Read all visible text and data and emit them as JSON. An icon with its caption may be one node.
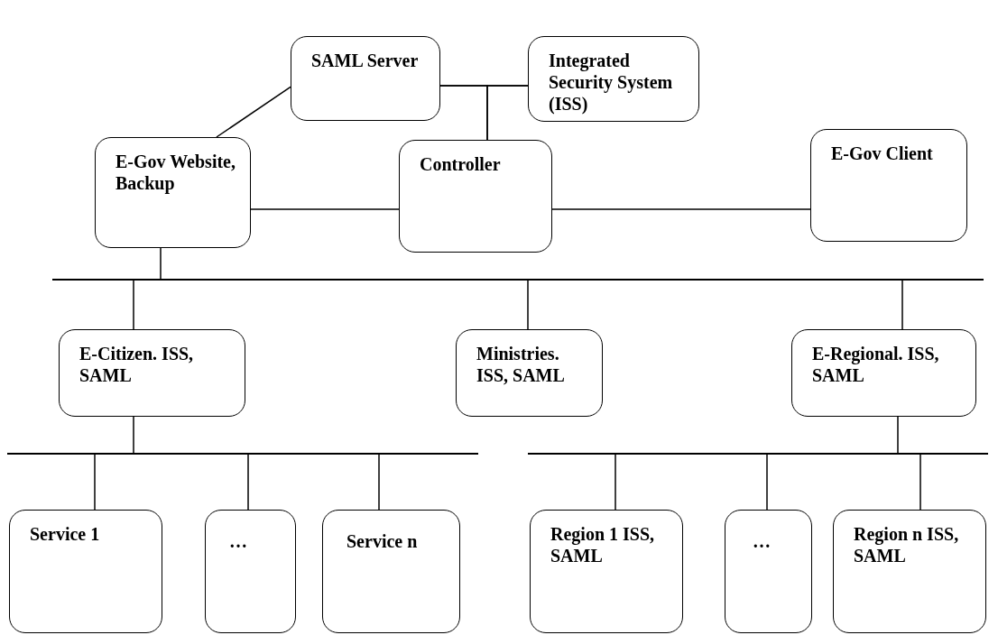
{
  "diagram": {
    "nodes": [
      {
        "text": [
          "SAML Server"
        ]
      },
      {
        "text": [
          "Integrated Security System (ISS)"
        ]
      },
      {
        "text": [
          "E-Gov Website, Backup"
        ]
      },
      {
        "text": [
          "Controller"
        ]
      },
      {
        "text": [
          "E-Gov Client"
        ]
      },
      {
        "text": [],
        "shape": "bar"
      },
      {
        "text": [
          "E-Citizen. ISS, SAML"
        ]
      },
      {
        "text": [
          "Ministries. ISS, SAML"
        ]
      },
      {
        "text": [
          "E-Regional. ISS, SAML"
        ]
      },
      {
        "text": [],
        "shape": "bar"
      },
      {
        "text": [],
        "shape": "bar"
      },
      {
        "text": [
          "Service 1"
        ]
      },
      {
        "text": [
          "…"
        ]
      },
      {
        "text": [
          "Service n"
        ]
      },
      {
        "text": [
          "Region 1 ISS, SAML"
        ]
      },
      {
        "text": [
          "…"
        ]
      },
      {
        "text": [
          "Region n ISS, SAML"
        ]
      }
    ],
    "edges": [
      {
        "from": 0,
        "to": 2,
        "arrow": "none"
      },
      {
        "from": 0,
        "to": 1,
        "arrow": "none"
      },
      {
        "from": 3,
        "to": 0,
        "arrow": "none"
      },
      {
        "from": 3,
        "to": 1,
        "arrow": "none"
      },
      {
        "from": 2,
        "to": 3,
        "arrow": "none"
      },
      {
        "from": 3,
        "to": 4,
        "arrow": "none"
      },
      {
        "from": 2,
        "to": 5,
        "arrow": "none"
      },
      {
        "from": 5,
        "to": 6,
        "arrow": "none"
      },
      {
        "from": 5,
        "to": 7,
        "arrow": "none"
      },
      {
        "from": 5,
        "to": 8,
        "arrow": "none"
      },
      {
        "from": 6,
        "to": 9,
        "arrow": "none"
      },
      {
        "from": 8,
        "to": 10,
        "arrow": "none"
      },
      {
        "from": 9,
        "to": 11,
        "arrow": "none"
      },
      {
        "from": 9,
        "to": 12,
        "arrow": "none"
      },
      {
        "from": 9,
        "to": 13,
        "arrow": "none"
      },
      {
        "from": 10,
        "to": 14,
        "arrow": "none"
      },
      {
        "from": 10,
        "to": 15,
        "arrow": "none"
      },
      {
        "from": 10,
        "to": 16,
        "arrow": "none"
      }
    ]
  }
}
